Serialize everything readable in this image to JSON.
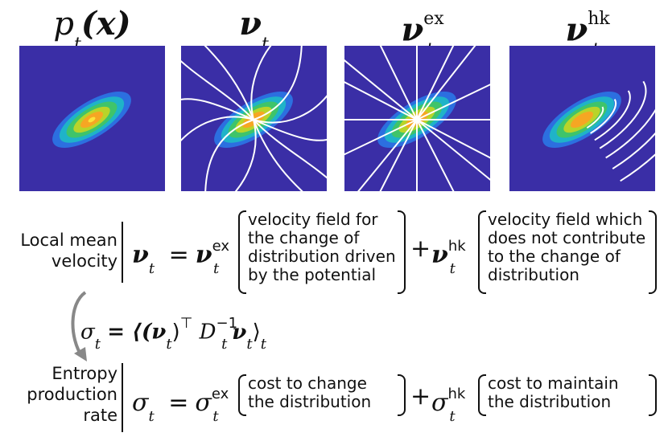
{
  "panels": [
    {
      "title_base": "p",
      "title_sub": "t",
      "title_sup": "",
      "title_arg": "(x)"
    },
    {
      "title_base": "ν",
      "title_sub": "t",
      "title_sup": ""
    },
    {
      "title_base": "ν",
      "title_sub": "t",
      "title_sup": "ex"
    },
    {
      "title_base": "ν",
      "title_sub": "t",
      "title_sup": "hk"
    }
  ],
  "colors": {
    "background": "#3a2ea6",
    "streamline": "#ffffff",
    "text": "#111111"
  },
  "row1": {
    "label_line1": "Local mean",
    "label_line2": "velocity",
    "lhs": "ν",
    "lhs_sub": "t",
    "equals": "=",
    "term1_base": "ν",
    "term1_sub": "t",
    "term1_sup": "ex",
    "box1": [
      "velocity field for",
      "the change of",
      "distribution driven",
      "by the potential"
    ],
    "plus": "+",
    "term2_base": "ν",
    "term2_sub": "t",
    "term2_sup": "hk",
    "box2": [
      "velocity field which",
      "does not contribute",
      "to the change of",
      "distribution"
    ]
  },
  "middle_eq": {
    "sigma": "σ",
    "sub": "t",
    "rest": "= ⟨(ν",
    "rest_sub": "t",
    "rest2": ")",
    "top": "⊤",
    "D": " D",
    "D_sub": "t",
    "D_sup": "−1",
    "nu": "ν",
    "nu_sub": "t",
    "close": "⟩",
    "close_sub": "t"
  },
  "row2": {
    "label_line1": "Entropy",
    "label_line2": "production",
    "label_line3": "rate",
    "lhs": "σ",
    "lhs_sub": "t",
    "equals": "=",
    "term1_base": "σ",
    "term1_sub": "t",
    "term1_sup": "ex",
    "box1": [
      "cost to change",
      "the distribution"
    ],
    "plus": "+",
    "term2_base": "σ",
    "term2_sub": "t",
    "term2_sup": "hk",
    "box2": [
      "cost to maintain",
      "the distribution"
    ]
  }
}
